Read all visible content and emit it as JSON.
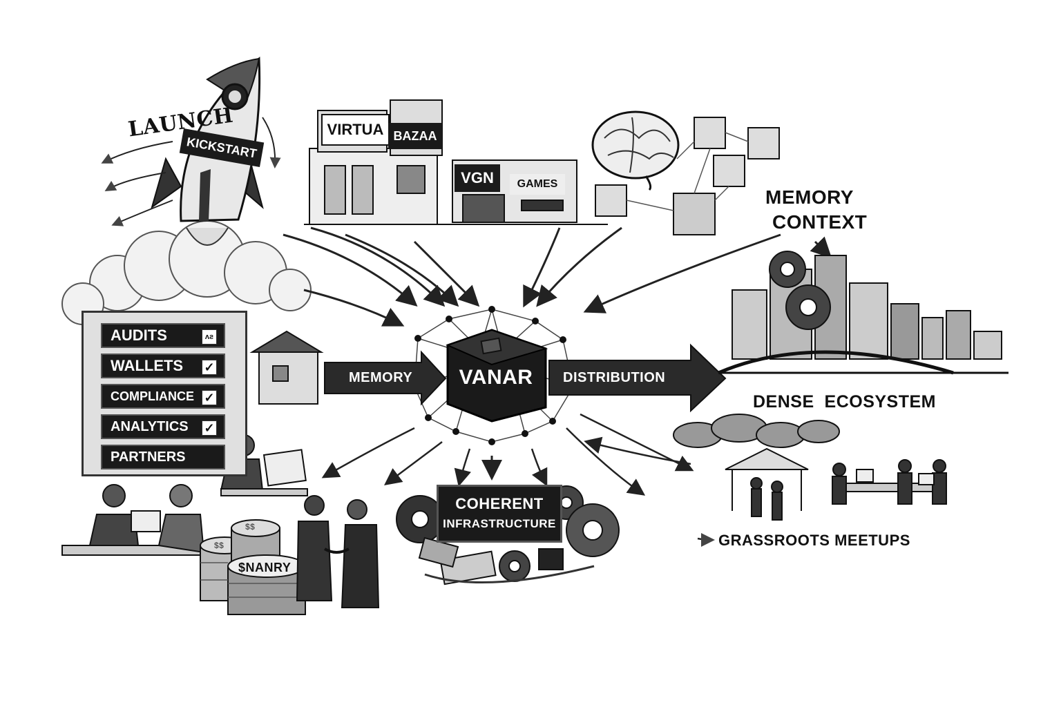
{
  "rocket": {
    "launch_label": "LAUNCH",
    "body_label": "KICKSTART"
  },
  "buildings": {
    "virtua": "VIRTUA",
    "bazaa": "BAZAA",
    "vgn": "VGN",
    "games": "GAMES"
  },
  "memory_context": {
    "line1": "MEMORY",
    "line2": "CONTEXT"
  },
  "checklist": {
    "items": [
      {
        "label": "AUDITS",
        "check": "ʌƨ"
      },
      {
        "label": "WALLETS",
        "check": "✓"
      },
      {
        "label": "COMPLIANCE",
        "check": "✓"
      },
      {
        "label": "ANALYTICS",
        "check": "✓"
      },
      {
        "label": "PARTNERS",
        "check": ""
      }
    ]
  },
  "hub": {
    "label": "VANAR"
  },
  "arrows": {
    "left": "MEMORY",
    "right": "DISTRIBUTION"
  },
  "city": {
    "label": "DENSE  ECOSYSTEM"
  },
  "meetups": {
    "label": "GRASSROOTS MEETUPS"
  },
  "infrastructure": {
    "line1": "COHERENT",
    "line2": "INFRASTRUCTURE"
  },
  "coins": {
    "label": "$NANRY",
    "top_mark": "$$",
    "side_mark": "$$"
  }
}
